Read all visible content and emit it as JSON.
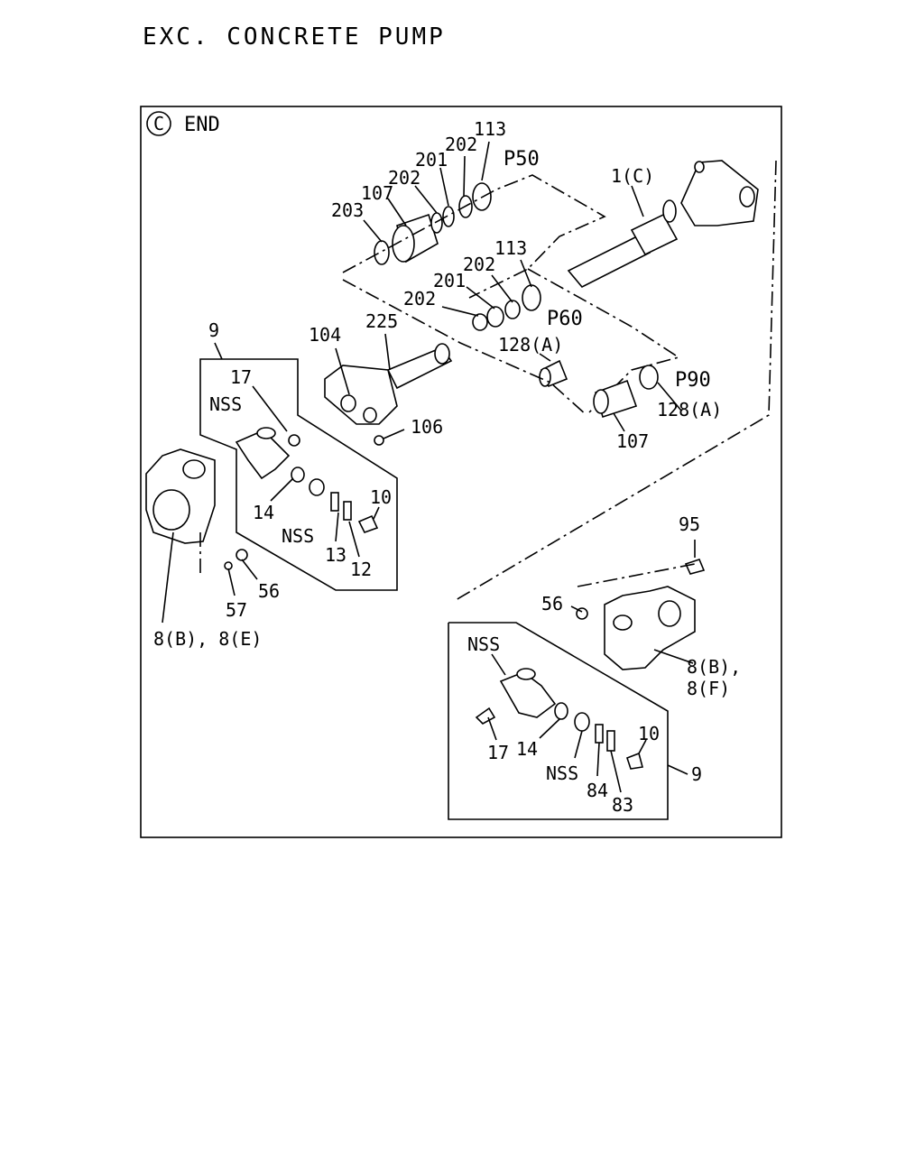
{
  "title": "EXC. CONCRETE PUMP",
  "panel": {
    "circled_letter": "C",
    "heading": "END"
  },
  "labels": {
    "p113_top": "113",
    "p202_top": "202",
    "p201_top": "201",
    "p202_top2": "202",
    "p107_top": "107",
    "p203": "203",
    "P50": "P50",
    "p1c": "1(C)",
    "p113_mid": "113",
    "p202_mid": "202",
    "p201_mid": "201",
    "p202_mid2": "202",
    "P60": "P60",
    "p128a_mid": "128(A)",
    "p9_left": "9",
    "p104": "104",
    "p225": "225",
    "p17_left": "17",
    "nss_left1": "NSS",
    "p106": "106",
    "p14_left": "14",
    "nss_left2": "NSS",
    "p13": "13",
    "p12": "12",
    "p10_left": "10",
    "P90": "P90",
    "p128a_right": "128(A)",
    "p107_bot": "107",
    "p57": "57",
    "p56_left": "56",
    "p8be": "8(B), 8(E)",
    "p95": "95",
    "p56_right": "56",
    "p8b": "8(B),",
    "p8f": "8(F)",
    "nss_right1": "NSS",
    "p17_right": "17",
    "p14_right": "14",
    "nss_right2": "NSS",
    "p84": "84",
    "p83": "83",
    "p10_right": "10",
    "p9_right": "9"
  }
}
